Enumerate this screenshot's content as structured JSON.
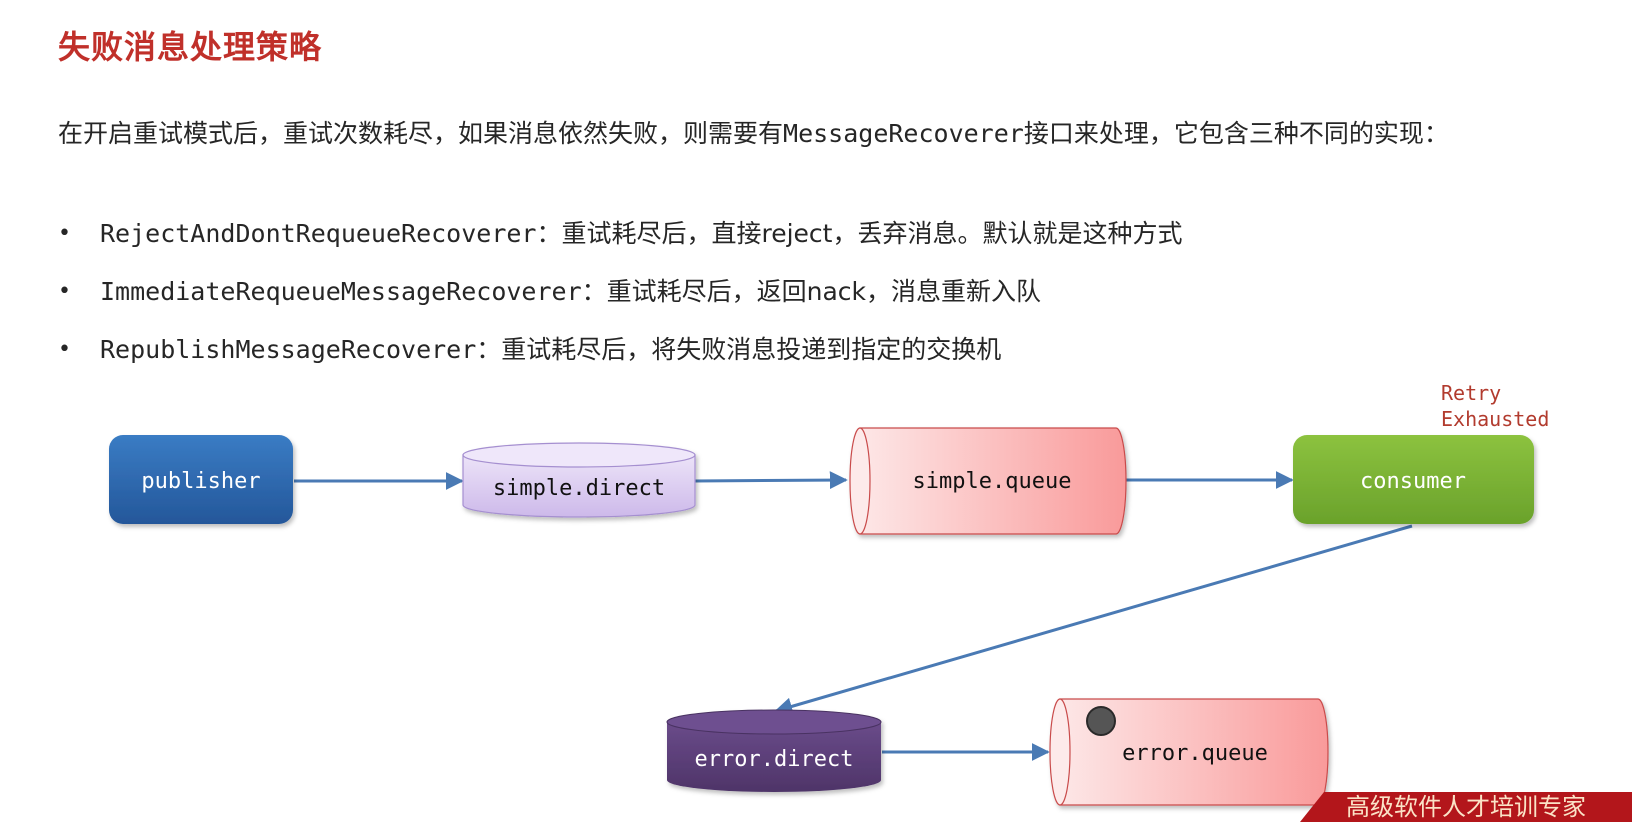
{
  "title": "失败消息处理策略",
  "intro": {
    "before": "在开启重试模式后，重试次数耗尽，如果消息依然失败，则需要有",
    "code": "MessageRecoverer",
    "after": "接口来处理，它包含三种不同的实现："
  },
  "bullets": [
    {
      "marker": "•",
      "name": "RejectAndDontRequeueRecoverer",
      "desc": "：重试耗尽后，直接reject，丢弃消息。默认就是这种方式"
    },
    {
      "marker": "•",
      "name": "ImmediateRequeueMessageRecoverer",
      "desc": "：重试耗尽后，返回nack，消息重新入队"
    },
    {
      "marker": "•",
      "name": "RepublishMessageRecoverer",
      "desc": "：重试耗尽后，将失败消息投递到指定的交换机"
    }
  ],
  "diagram": {
    "publisher": "publisher",
    "simple_direct": "simple.direct",
    "simple_queue": "simple.queue",
    "consumer": "consumer",
    "retry_note": [
      "Retry",
      "Exhausted"
    ],
    "error_direct": "error.direct",
    "error_queue": "error.queue"
  },
  "footer": "高级软件人才培训专家",
  "colors": {
    "title": "#c0302a",
    "publisher": "#2f6db3",
    "exchange": "#d8c8ef",
    "queue": "#fbb1b1",
    "consumer": "#7fb33a",
    "error_exchange": "#5b3f78",
    "arrow": "#4a7ab4",
    "retry_note": "#b23b2e",
    "footer": "#b3161b"
  }
}
